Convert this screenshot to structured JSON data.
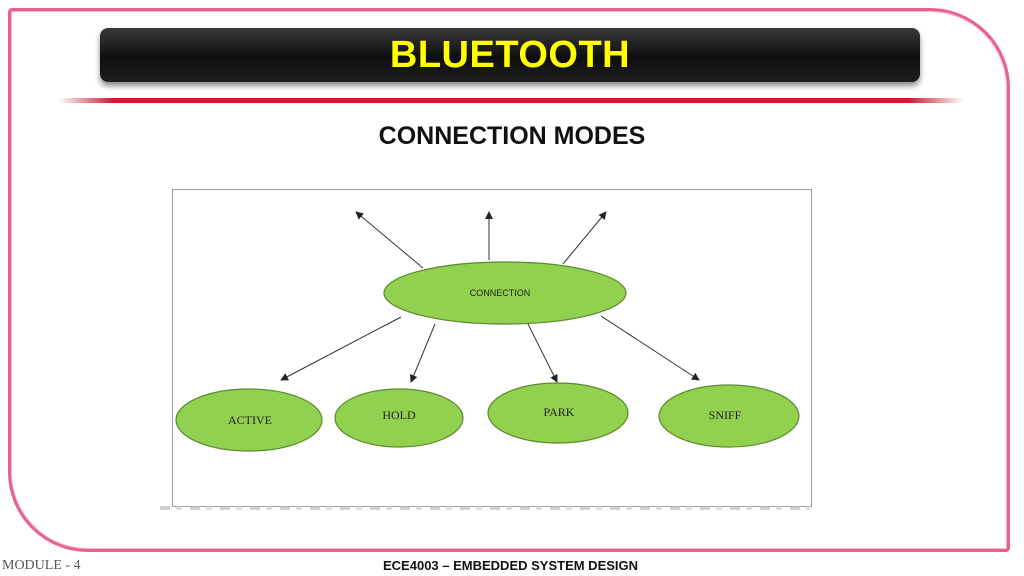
{
  "slide": {
    "title": "BLUETOOTH",
    "subtitle": "CONNECTION MODES",
    "footer_left": "MODULE - 4",
    "footer_center": "ECE4003 – EMBEDDED SYSTEM DESIGN"
  },
  "diagram": {
    "center_node": "CONNECTION",
    "modes": [
      "ACTIVE",
      "HOLD",
      "PARK",
      "SNIFF"
    ]
  },
  "colors": {
    "title_text": "#ffff00",
    "title_bar": "#111111",
    "frame_border": "#e8608c",
    "accent_line": "#c8202e",
    "node_fill": "#92d050",
    "node_stroke": "#5a8a2a"
  }
}
